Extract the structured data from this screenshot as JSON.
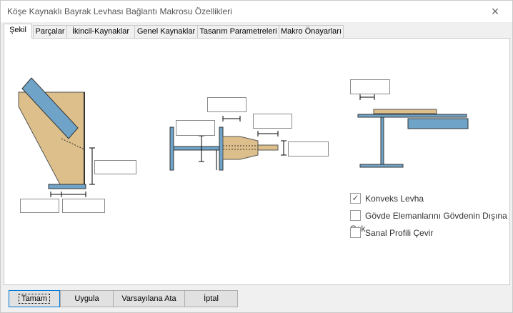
{
  "window": {
    "title": "Köşe Kaynaklı Bayrak Levhası Bağlantı Makrosu Özellikleri",
    "close_glyph": "×"
  },
  "tabs": [
    "Şekil",
    "Parçalar",
    "İkincil-Kaynaklar",
    "Genel Kaynaklar",
    "Tasarım Parametreleri",
    "Makro Önayarları"
  ],
  "options": [
    {
      "label": "Konveks Levha",
      "checked": true
    },
    {
      "label": "Gövde Elemanlarını Gövdenin Dışına Çek",
      "checked": false
    },
    {
      "label": "Sanal Profili Çevir",
      "checked": false
    }
  ],
  "buttons": {
    "ok": "Tamam",
    "apply": "Uygula",
    "defaults": "Varsayılana Ata",
    "cancel": "İptal"
  },
  "colors": {
    "plate": "#dcbf8a",
    "steel": "#6fa4c8",
    "accent": "#0078d7"
  }
}
